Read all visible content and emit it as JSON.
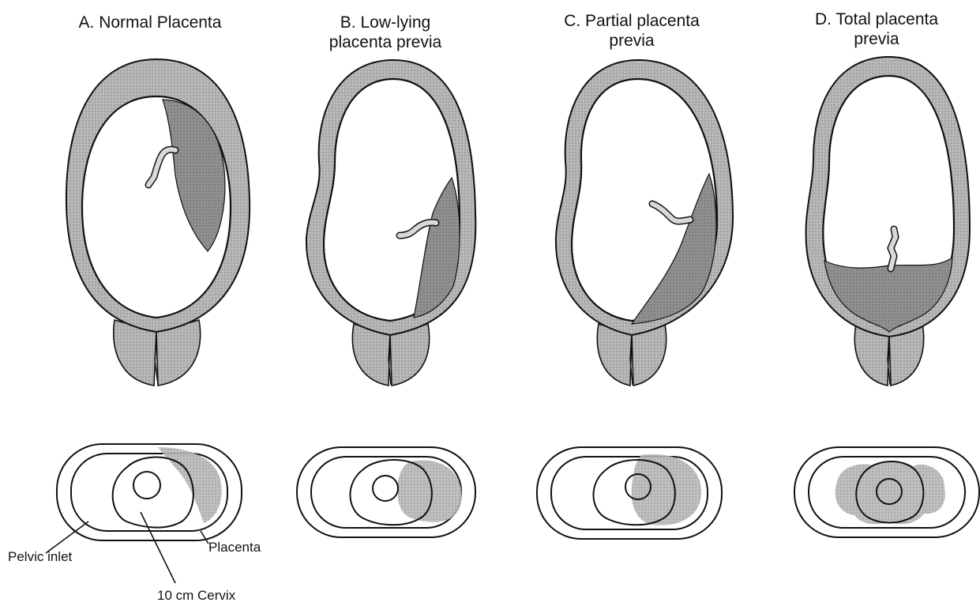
{
  "panels": [
    {
      "title": "A. Normal Placenta"
    },
    {
      "title": "B. Low-lying\nplacenta previa"
    },
    {
      "title": "C. Partial placenta\nprevia"
    },
    {
      "title": "D. Total placenta\nprevia"
    }
  ],
  "labels": {
    "pelvic_inlet": "Pelvic inlet",
    "placenta": "Placenta",
    "cervix": "10 cm Cervix"
  },
  "colors": {
    "uterine_wall": "#b4b4b4",
    "placenta": "#8c8c8c",
    "placenta_light": "#b9b9b9",
    "outline": "#111111"
  }
}
